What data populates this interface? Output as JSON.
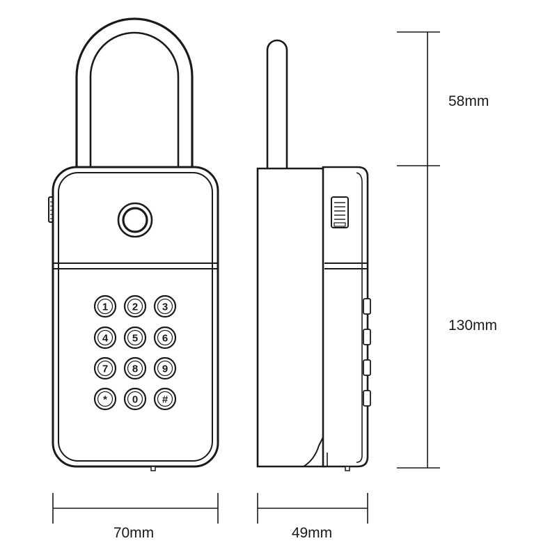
{
  "dimensions": {
    "width": "70mm",
    "depth": "49mm",
    "shackle_height": "58mm",
    "body_height": "130mm"
  },
  "keypad": {
    "keys": [
      "1",
      "2",
      "3",
      "4",
      "5",
      "6",
      "7",
      "8",
      "9",
      "*",
      "0",
      "#"
    ]
  }
}
